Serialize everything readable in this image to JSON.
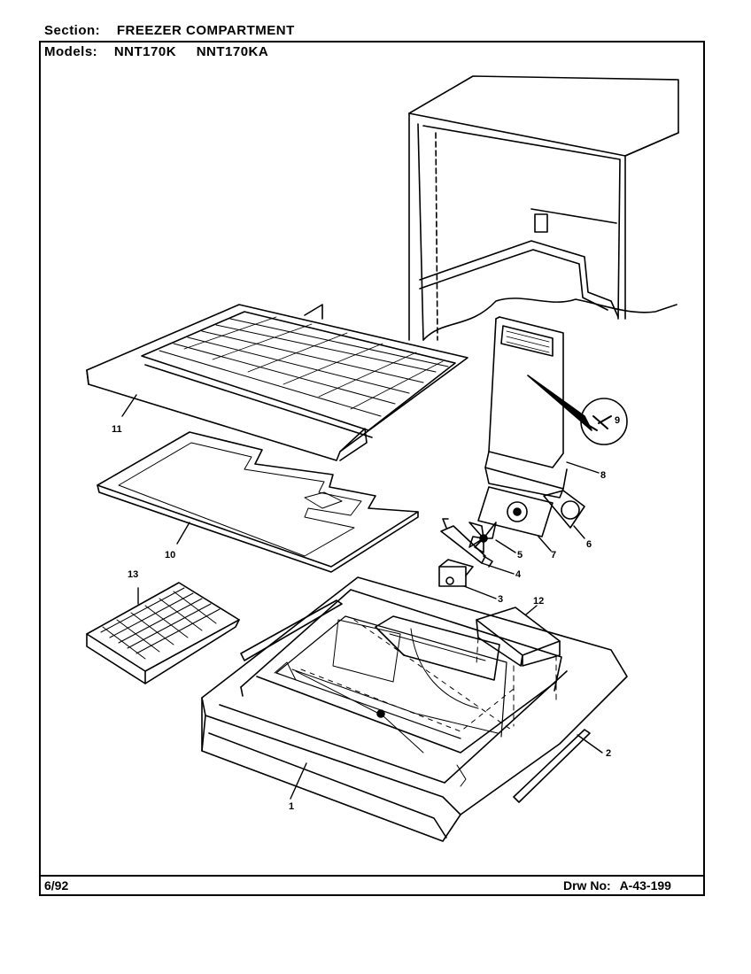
{
  "header": {
    "section_label": "Section:",
    "section_value": "FREEZER COMPARTMENT",
    "models_label": "Models:",
    "models": [
      "NNT170K",
      "NNT170KA"
    ]
  },
  "footer": {
    "date": "6/92",
    "drawing_label": "Drw No:",
    "drawing_number": "A-43-199"
  },
  "callouts": {
    "c1": "1",
    "c2": "2",
    "c3": "3",
    "c4": "4",
    "c5": "5",
    "c6": "6",
    "c7": "7",
    "c8": "8",
    "c9": "9",
    "c10": "10",
    "c11": "11",
    "c12": "12",
    "c13": "13"
  }
}
